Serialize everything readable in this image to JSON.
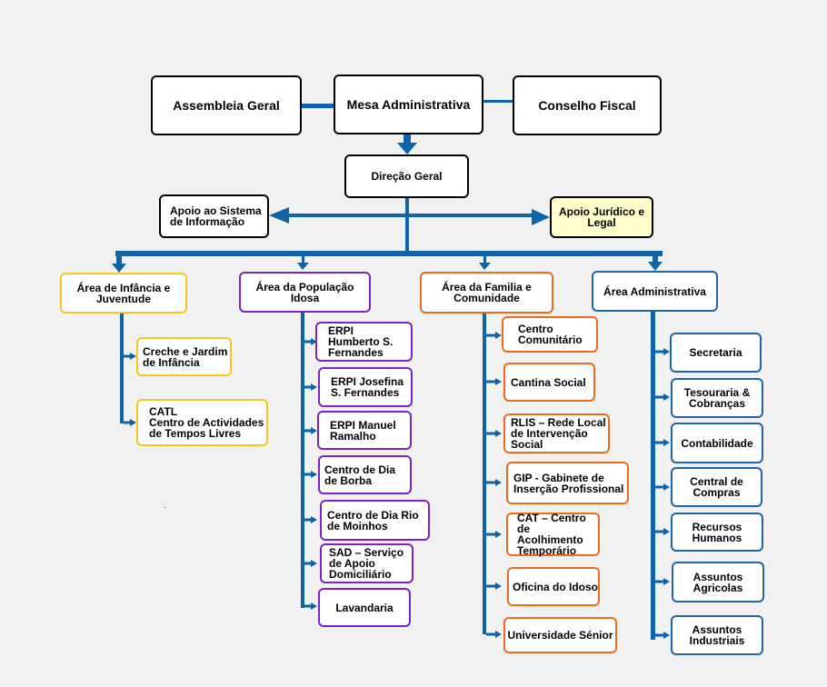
{
  "top": {
    "assembleia": "Assembleia Geral",
    "mesa": "Mesa Administrativa",
    "conselho": "Conselho Fiscal",
    "direcao": "Direção Geral",
    "apoio_sistema": "Apoio ao Sistema\nde Informação",
    "apoio_juridico": "Apoio Jurídico e\nLegal"
  },
  "areas": {
    "infancia": {
      "title": "Área de Infância e\nJuventude",
      "items": [
        "Creche e Jardim\nde Infância",
        "CATL\nCentro de Actividades\nde Tempos Livres"
      ]
    },
    "idosa": {
      "title": "Área da População\nIdosa",
      "items": [
        "ERPI\nHumberto S.\nFernandes",
        "ERPI Josefina\nS. Fernandes",
        "ERPI Manuel\nRamalho",
        "Centro de Dia\nde Borba",
        "Centro de Dia Rio\nde Moinhos",
        "SAD – Serviço\nde Apoio\nDomiciliário",
        "Lavandaria"
      ]
    },
    "familia": {
      "title": "Área da Familia e\nComunidade",
      "items": [
        "Centro\nComunitário",
        "Cantina Social",
        "RLIS – Rede Local\nde Intervenção\nSocial",
        "GIP - Gabinete de\nInserção Profissional",
        "CAT – Centro\nde Acolhimento\nTemporário",
        "Oficina do Idoso",
        "Universidade Sénior"
      ]
    },
    "administrativa": {
      "title": "Área Administrativa",
      "items": [
        "Secretaria",
        "Tesouraria  &\nCobranças",
        "Contabilidade",
        "Central de\nCompras",
        "Recursos\nHumanos",
        "Assuntos\nAgricolas",
        "Assuntos\nIndustriais"
      ]
    }
  },
  "colors": {
    "connector": "#0f63a8",
    "infancia": "#f7c325",
    "idosa": "#7b22c9",
    "familia": "#ee6b1e",
    "administrativa": "#1f66a8",
    "juridico_fill": "#ffffcc"
  }
}
